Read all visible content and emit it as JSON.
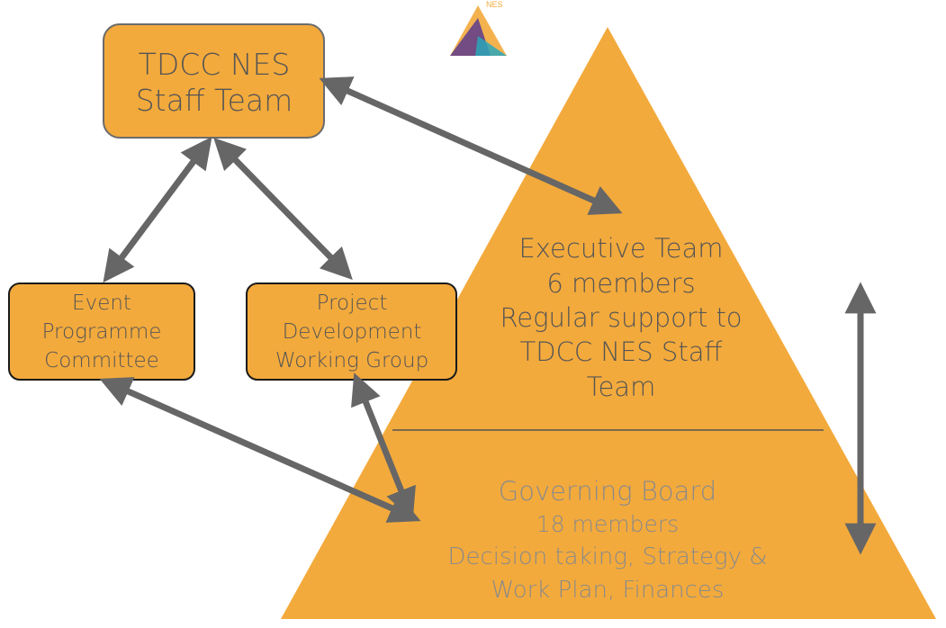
{
  "logo": {
    "text": "NES",
    "name": "tdcc-nes-logo"
  },
  "colors": {
    "orange": "#f3aa3c",
    "box_border_dark": "#1a1a1a",
    "box_border_grey": "#6b6b6b",
    "arrow": "#666666",
    "text_dark": "#555555",
    "text_light": "#8a8a8a"
  },
  "staff_team": {
    "line1": "TDCC NES",
    "line2": "Staff Team"
  },
  "event_committee": {
    "line1": "Event",
    "line2": "Programme",
    "line3": "Committee"
  },
  "project_group": {
    "line1": "Project",
    "line2": "Development",
    "line3": "Working Group"
  },
  "executive": {
    "line1": "Executive Team",
    "line2": "6 members",
    "line3": "Regular support to",
    "line4": "TDCC NES Staff",
    "line5": "Team"
  },
  "board": {
    "line1": "Governing Board",
    "line2": "18 members",
    "line3": "Decision taking, Strategy &",
    "line4": "Work Plan, Finances"
  }
}
